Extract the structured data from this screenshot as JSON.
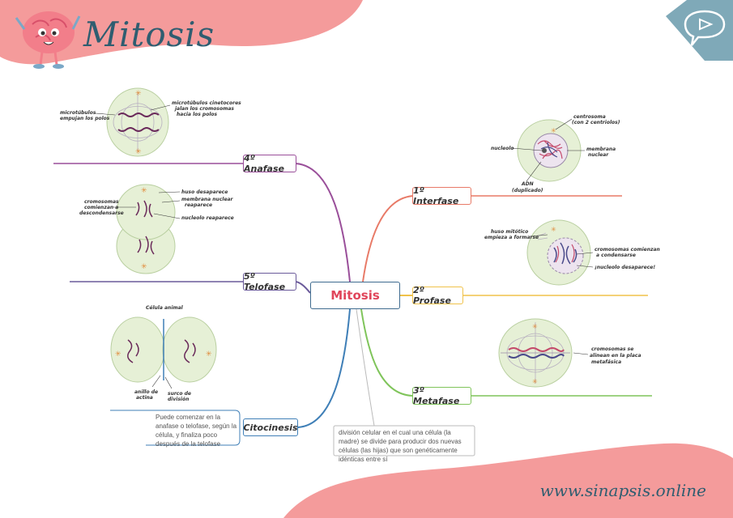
{
  "title": "Mitosis",
  "center": "Mitosis",
  "website": "www.sinapsis.online",
  "definition": "división celular en el cual una célula (la madre) se divide para producir dos nuevas células (las hijas) que son genéticamente idénticas entre sí",
  "branches": {
    "interfase": "1º Interfase",
    "profase": "2º Profase",
    "metafase": "3º Metafase",
    "anafase": "4º Anafase",
    "telofase": "5º Telofase",
    "citocinesis": "Citocinesis"
  },
  "citocinesis_note": "Puede comenzar en la anafase o telofase, según la célula, y finaliza poco después de la telofase",
  "labels": {
    "interfase": {
      "centrosoma_1": "centrosoma",
      "centrosoma_2": "(con 2 centriolos)",
      "nucleolo": "nucleolo",
      "membrana_1": "membrana",
      "membrana_2": "nuclear",
      "adn_1": "ADN",
      "adn_2": "(duplicado)"
    },
    "profase": {
      "huso_1": "huso mitótico",
      "huso_2": "empieza a formarse",
      "crom_1": "cromosomas comienzan",
      "crom_2": "a condensarse",
      "nucleolo": "¡nucleolo desaparece!"
    },
    "metafase": {
      "crom_1": "cromosomas se",
      "crom_2": "alinean en la placa",
      "crom_3": "metafásica"
    },
    "anafase": {
      "micro_1": "microtúbulos",
      "micro_2": "empujan los polos",
      "cin_1": "microtúbulos cinetocores",
      "cin_2": "jalan los cromosomas",
      "cin_3": "hacia los polos"
    },
    "telofase": {
      "huso": "huso desaparece",
      "crom_1": "cromosomas",
      "crom_2": "comienzan a",
      "crom_3": "descondensarse",
      "memb_1": "membrana nuclear",
      "memb_2": "reaparece",
      "nuc": "nucleolo reaparece"
    },
    "citocinesis": {
      "celula": "Célula animal",
      "anillo_1": "anillo de",
      "anillo_2": "actina",
      "surco_1": "surco de",
      "surco_2": "división"
    }
  },
  "colors": {
    "interfase": "#e87a67",
    "profase": "#f0c24a",
    "metafase": "#7fc45a",
    "anafase": "#9a4f9a",
    "telofase": "#6a5a9a",
    "citocinesis": "#3f7fb7",
    "blob": "#f49b9b",
    "title": "#2f5d70",
    "cell_fill": "#e6f0d6"
  }
}
